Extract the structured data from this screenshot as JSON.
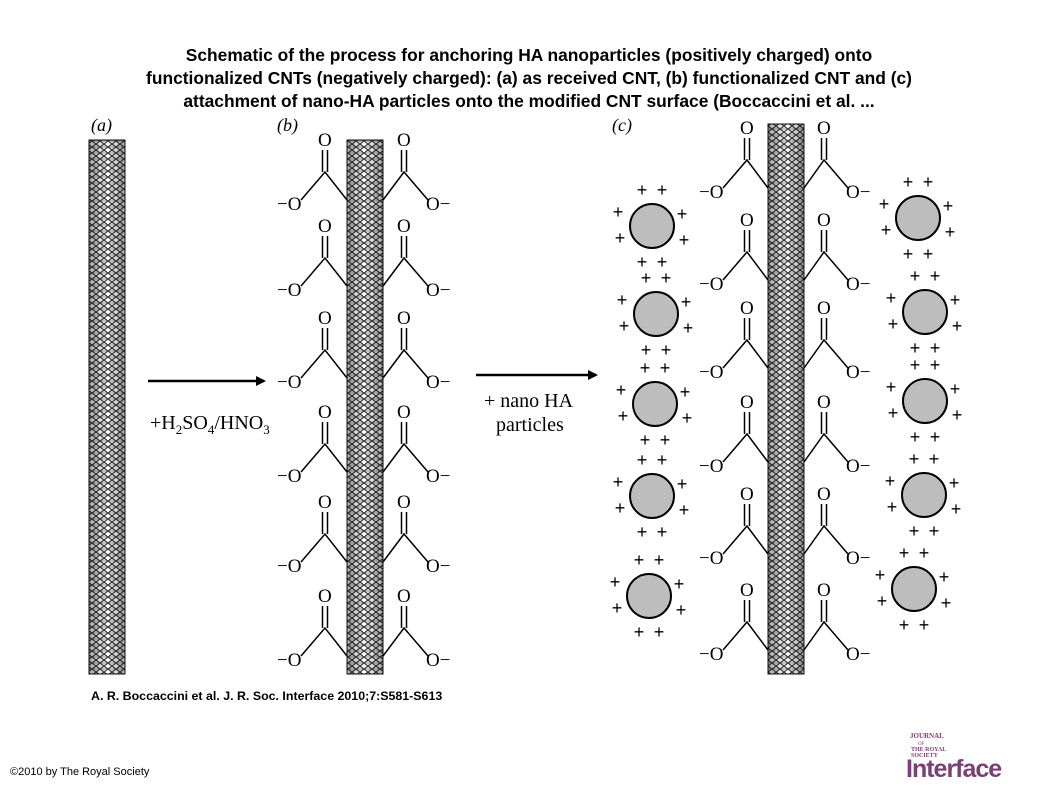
{
  "title_lines": [
    "Schematic of the process for anchoring HA nanoparticles (positively charged) onto",
    "functionalized CNTs (negatively charged): (a) as received CNT, (b) functionalized CNT and (c)",
    "attachment of nano-HA particles onto the modified CNT surface (Boccaccini et al. ..."
  ],
  "panels": {
    "a": "(a)",
    "b": "(b)",
    "c": "(c)"
  },
  "arrow1": {
    "prefix": "+H",
    "sub1": "2",
    "mid": "SO",
    "sub2": "4",
    "mid2": "/HNO",
    "sub3": "3"
  },
  "arrow2": {
    "line1": "+ nano HA",
    "line2": "particles"
  },
  "chem": {
    "oxygen": "O",
    "left_anion": "−O",
    "right_anion": "O−",
    "plus": "+"
  },
  "citation": "A. R. Boccaccini et al. J. R. Soc. Interface 2010;7:S581-S613",
  "copyright": "©2010 by The Royal Society",
  "logo": {
    "journal": "JOURNAL",
    "of": "OF",
    "the_royal": "THE ROYAL",
    "society": "SOCIETY",
    "name": "Interface",
    "color": "#7a3f73"
  },
  "colors": {
    "particle_fill": "#bdbdbd",
    "tube": "#333333"
  }
}
